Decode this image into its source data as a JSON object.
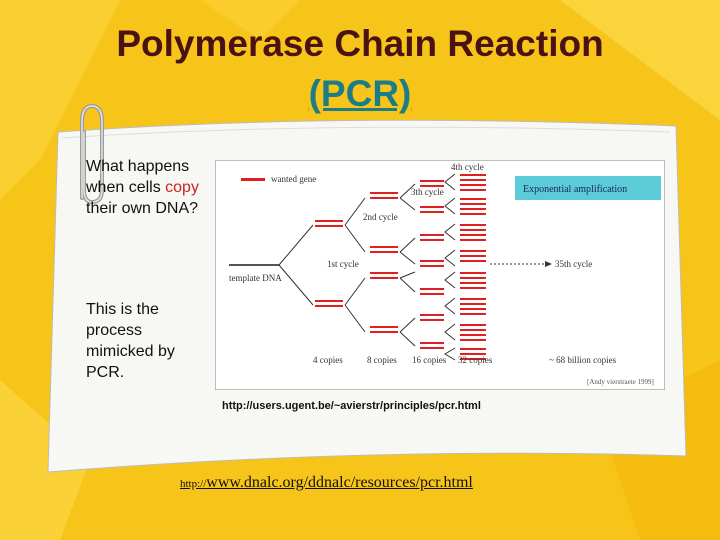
{
  "title_line1": "Polymerase Chain Reaction",
  "title_line2": "(PCR)",
  "side_text_1": {
    "a": "What happens when cells ",
    "b": "copy",
    "c": " their own DNA?"
  },
  "side_text_2": "This is the process mimicked by PCR.",
  "diagram": {
    "wanted_gene": "wanted gene",
    "template_dna": "template DNA",
    "cycle_1": "1st cycle",
    "cycle_2": "2nd cycle",
    "cycle_3": "3th cycle",
    "cycle_4": "4th cycle",
    "cycle_35": "35th cycle",
    "exponential": "Exponential amplification",
    "copies": [
      "4 copies",
      "8 copies",
      "16 copies",
      "32 copies"
    ],
    "billion": "~ 68 billion copies",
    "credit": "[Andy vierstraete 1999]"
  },
  "source_1": "http://users.ugent.be/~avierstr/principles/pcr.html",
  "source_2_prefix": "http://",
  "source_2_main": "www.dnalc.org/ddnalc/resources/pcr.html",
  "colors": {
    "background": "#f7c51a",
    "title": "#4a1212",
    "accent": "#1c7d86",
    "dna_red": "#e02020"
  }
}
